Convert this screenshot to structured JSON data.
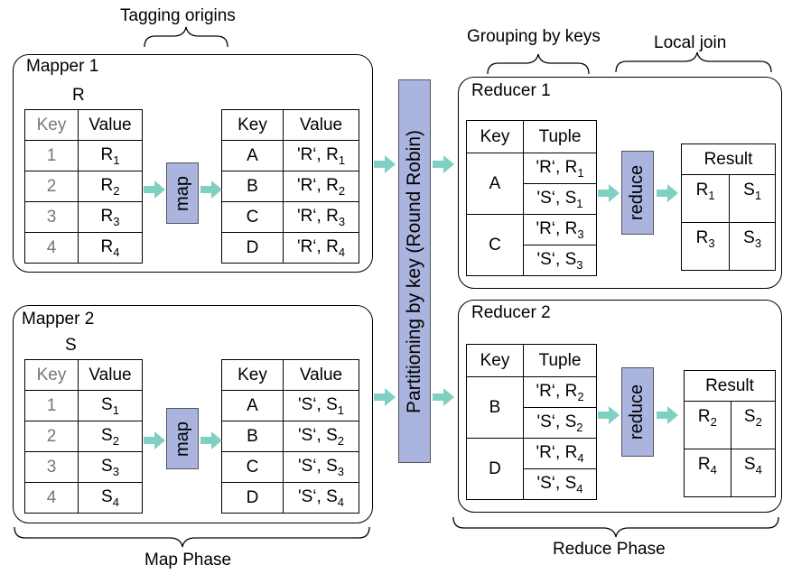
{
  "labels": {
    "tagging_origins": "Tagging origins",
    "grouping_by_keys": "Grouping by keys",
    "local_join": "Local join",
    "map_phase": "Map Phase",
    "reduce_phase": "Reduce Phase",
    "partitioning": "Partitioning by key (Round Robin)",
    "map_op": "map",
    "reduce_op": "reduce"
  },
  "mapper1": {
    "title": "Mapper 1",
    "relation": "R",
    "input_headers": [
      "Key",
      "Value"
    ],
    "input_rows": [
      [
        "1",
        "R",
        "1"
      ],
      [
        "2",
        "R",
        "2"
      ],
      [
        "3",
        "R",
        "3"
      ],
      [
        "4",
        "R",
        "4"
      ]
    ],
    "output_headers": [
      "Key",
      "Value"
    ],
    "output_rows": [
      [
        "A",
        "'R‘, R",
        "1"
      ],
      [
        "B",
        "'R‘, R",
        "2"
      ],
      [
        "C",
        "'R‘, R",
        "3"
      ],
      [
        "D",
        "'R‘, R",
        "4"
      ]
    ]
  },
  "mapper2": {
    "title": "Mapper 2",
    "relation": "S",
    "input_headers": [
      "Key",
      "Value"
    ],
    "input_rows": [
      [
        "1",
        "S",
        "1"
      ],
      [
        "2",
        "S",
        "2"
      ],
      [
        "3",
        "S",
        "3"
      ],
      [
        "4",
        "S",
        "4"
      ]
    ],
    "output_headers": [
      "Key",
      "Value"
    ],
    "output_rows": [
      [
        "A",
        "'S‘, S",
        "1"
      ],
      [
        "B",
        "'S‘, S",
        "2"
      ],
      [
        "C",
        "'S‘, S",
        "3"
      ],
      [
        "D",
        "'S‘, S",
        "4"
      ]
    ]
  },
  "reducer1": {
    "title": "Reducer 1",
    "headers": [
      "Key",
      "Tuple"
    ],
    "groups": [
      {
        "key": "A",
        "tuples": [
          [
            "'R‘, R",
            "1"
          ],
          [
            "'S‘, S",
            "1"
          ]
        ]
      },
      {
        "key": "C",
        "tuples": [
          [
            "'R‘, R",
            "3"
          ],
          [
            "'S‘, S",
            "3"
          ]
        ]
      }
    ],
    "result_header": "Result",
    "results": [
      [
        [
          "R",
          "1"
        ],
        [
          "S",
          "1"
        ]
      ],
      [
        [
          "R",
          "3"
        ],
        [
          "S",
          "3"
        ]
      ]
    ]
  },
  "reducer2": {
    "title": "Reducer 2",
    "headers": [
      "Key",
      "Tuple"
    ],
    "groups": [
      {
        "key": "B",
        "tuples": [
          [
            "'R‘, R",
            "2"
          ],
          [
            "'S‘, S",
            "2"
          ]
        ]
      },
      {
        "key": "D",
        "tuples": [
          [
            "'R‘, R",
            "4"
          ],
          [
            "'S‘, S",
            "4"
          ]
        ]
      }
    ],
    "result_header": "Result",
    "results": [
      [
        [
          "R",
          "2"
        ],
        [
          "S",
          "2"
        ]
      ],
      [
        [
          "R",
          "4"
        ],
        [
          "S",
          "4"
        ]
      ]
    ]
  },
  "colors": {
    "op_fill": "#aab4de",
    "arrow": "#7fd0c2"
  }
}
